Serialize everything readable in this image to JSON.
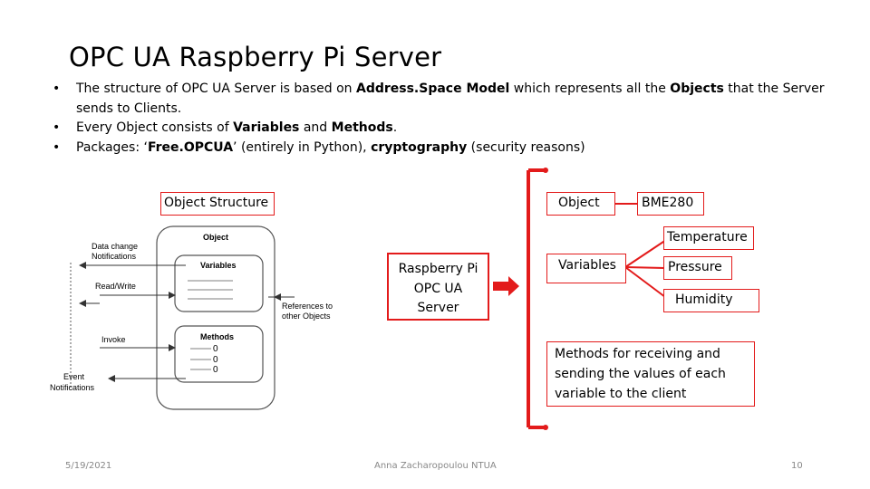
{
  "slide": {
    "title": "OPC UA Raspberry Pi Server",
    "bullets": [
      {
        "bullet": "•",
        "parts": [
          {
            "t": "The structure of OPC UA Server is based on ",
            "b": false
          },
          {
            "t": "Address.Space Model",
            "b": true
          },
          {
            "t": " which represents all the ",
            "b": false
          },
          {
            "t": "Objects",
            "b": true
          },
          {
            "t": " that the Server sends to Clients.",
            "b": false
          }
        ]
      },
      {
        "bullet": "•",
        "parts": [
          {
            "t": "Every Object consists of ",
            "b": false
          },
          {
            "t": "Variables",
            "b": true
          },
          {
            "t": " and ",
            "b": false
          },
          {
            "t": "Methods",
            "b": true
          },
          {
            "t": ".",
            "b": false
          }
        ]
      },
      {
        "bullet": "•",
        "parts": [
          {
            "t": "Packages: ‘",
            "b": false
          },
          {
            "t": "Free.OPCUA",
            "b": true
          },
          {
            "t": "’ (entirely in Python), ",
            "b": false
          },
          {
            "t": "cryptography",
            "b": true
          },
          {
            "t": " (security reasons)",
            "b": false
          }
        ]
      }
    ],
    "footer": {
      "date": "5/19/2021",
      "author": "Anna Zacharopoulou NTUA",
      "page": "10"
    }
  },
  "figure": {
    "label": "Object Structure",
    "object_title": "Object",
    "variables_title": "Variables",
    "methods_title": "Methods",
    "method_items": [
      "0",
      "0",
      "0"
    ],
    "left_labels": {
      "data_change_1": "Data change",
      "data_change_2": "Notifications",
      "read_write": "Read/Write",
      "invoke": "Invoke",
      "event_1": "Event",
      "event_2": "Notifications"
    },
    "references_1": "References to",
    "references_2": "other Objects"
  },
  "server_box": {
    "line1": "Raspberry Pi",
    "line2": "OPC UA",
    "line3": "Server"
  },
  "tree": {
    "object_label": "Object",
    "sensor_label": "BME280",
    "variables_label": "Variables",
    "variable_items": [
      "Temperature",
      "Pressure",
      "Humidity"
    ],
    "methods_text_1": "Methods for receiving and",
    "methods_text_2": "sending the values of each",
    "methods_text_3": "variable to the client"
  },
  "colors": {
    "accent_red": "#e31b1b",
    "footer_gray": "#888888"
  }
}
